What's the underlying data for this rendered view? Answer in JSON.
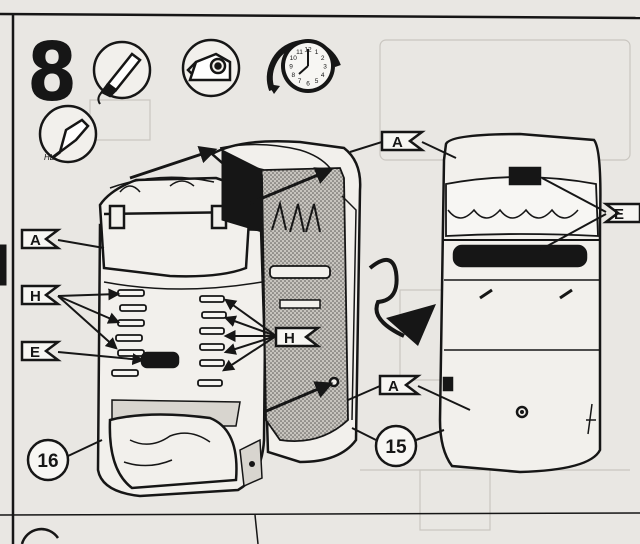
{
  "step": {
    "number": "8"
  },
  "tool_icons": [
    {
      "name": "glue-tube-icon"
    },
    {
      "name": "tape-dispenser-icon"
    },
    {
      "name": "clock-icon"
    },
    {
      "name": "paint-brush-icon",
      "label": "HL"
    }
  ],
  "clock": {
    "numerals": [
      "12",
      "1",
      "2",
      "3",
      "4",
      "5",
      "6",
      "7",
      "8",
      "9",
      "10",
      "11"
    ]
  },
  "callouts": {
    "a_left": "A",
    "h_left": "H",
    "e_left": "E",
    "h_mid": "H",
    "a_top_right": "A",
    "e_right": "E",
    "a_bottom_right": "A"
  },
  "parts": {
    "left": "16",
    "right": "15"
  },
  "colors": {
    "paper": "#e9e7e3",
    "ink": "#161616",
    "shade": "#b9b6b0"
  }
}
